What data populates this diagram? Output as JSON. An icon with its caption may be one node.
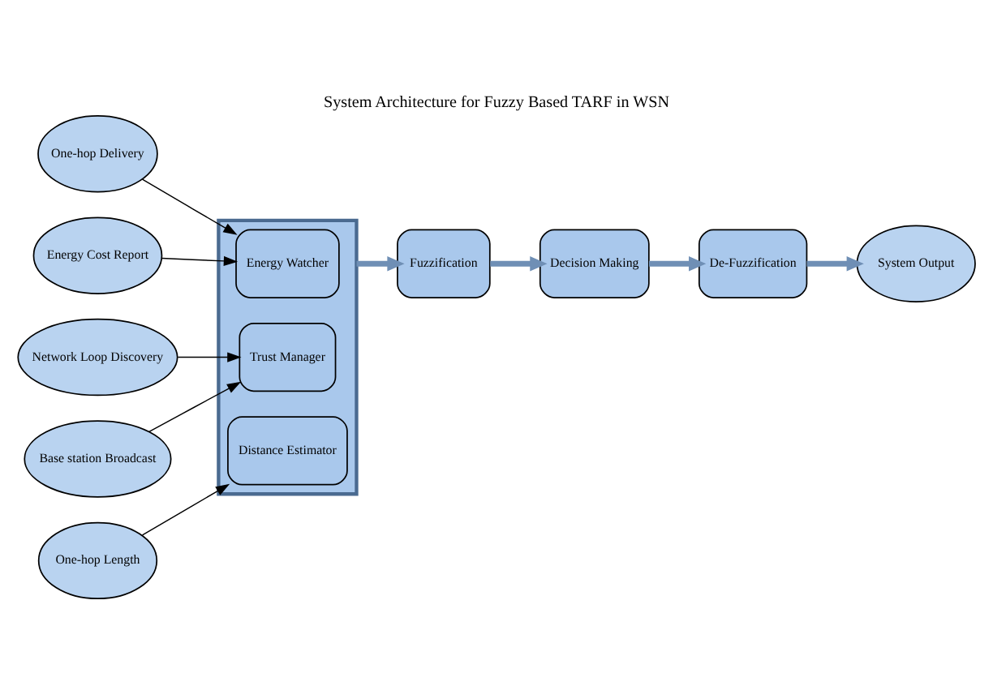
{
  "diagram": {
    "title": "System Architecture for Fuzzy Based TARF in WSN",
    "nodes": [
      {
        "text": [],
        "shape": "box"
      },
      {
        "text": [
          "Energy Watcher"
        ],
        "in": 0
      },
      {
        "text": [
          "Trust Manager"
        ],
        "in": 0
      },
      {
        "text": [
          "Distance Estimator"
        ],
        "in": 0
      },
      {
        "text": [
          "One-hop Delivery"
        ]
      },
      {
        "text": [
          "Energy Cost Report"
        ]
      },
      {
        "text": [
          "Network Loop Discovery"
        ]
      },
      {
        "text": [
          "Base station Broadcast"
        ]
      },
      {
        "text": [
          "One-hop Length"
        ]
      },
      {
        "text": [
          "Fuzzification"
        ]
      },
      {
        "text": [
          "Decision Making"
        ]
      },
      {
        "text": [
          "De-Fuzzification"
        ]
      },
      {
        "text": [
          "System Output"
        ]
      }
    ],
    "edges": [
      {
        "from": 4,
        "to": 1,
        "arrow": "to"
      },
      {
        "from": 5,
        "to": 1,
        "arrow": "to"
      },
      {
        "from": 6,
        "to": 2,
        "arrow": "to"
      },
      {
        "from": 7,
        "to": 2,
        "arrow": "to"
      },
      {
        "from": 8,
        "to": 3,
        "arrow": "to"
      },
      {
        "from": 0,
        "to": 9,
        "arrow": "to",
        "style": "thick",
        "color": "#6f8fb5"
      },
      {
        "from": 9,
        "to": 10,
        "arrow": "to",
        "style": "thick",
        "color": "#6f8fb5"
      },
      {
        "from": 10,
        "to": 11,
        "arrow": "to",
        "style": "thick",
        "color": "#6f8fb5"
      },
      {
        "from": 11,
        "to": 12,
        "arrow": "to",
        "style": "thick",
        "color": "#6f8fb5"
      }
    ]
  }
}
